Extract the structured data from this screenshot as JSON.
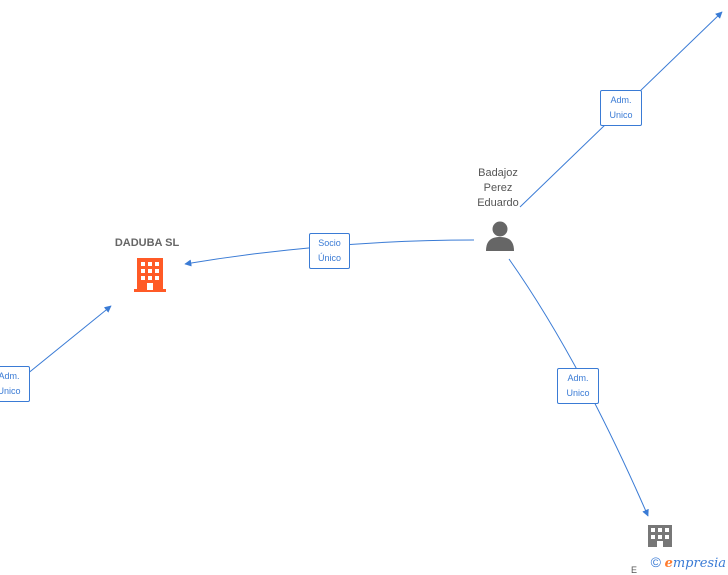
{
  "nodes": {
    "company": {
      "name": "DADUBA  SL",
      "color": "#ff5a26"
    },
    "person": {
      "name_line1": "Badajoz",
      "name_line2": "Perez",
      "name_line3": "Eduardo",
      "color": "#666666"
    },
    "company_bottom": {
      "name_fragment": "E",
      "color": "#777777"
    }
  },
  "edges": [
    {
      "id": "socio-unico",
      "line1": "Socio",
      "line2": "Único"
    },
    {
      "id": "adm-unico-top",
      "line1": "Adm.",
      "line2": "Unico"
    },
    {
      "id": "adm-unico-bottom",
      "line1": "Adm.",
      "line2": "Unico"
    },
    {
      "id": "adm-unico-left",
      "line1": "Adm.",
      "line2": "Unico"
    }
  ],
  "watermark": {
    "copyright_symbol": "©",
    "brand_first_letter": "e",
    "brand_rest": "mpresia"
  },
  "colors": {
    "edge": "#3a7bd5",
    "company_icon": "#ff5a26",
    "person_icon": "#666666",
    "company_bottom_icon": "#777777"
  }
}
